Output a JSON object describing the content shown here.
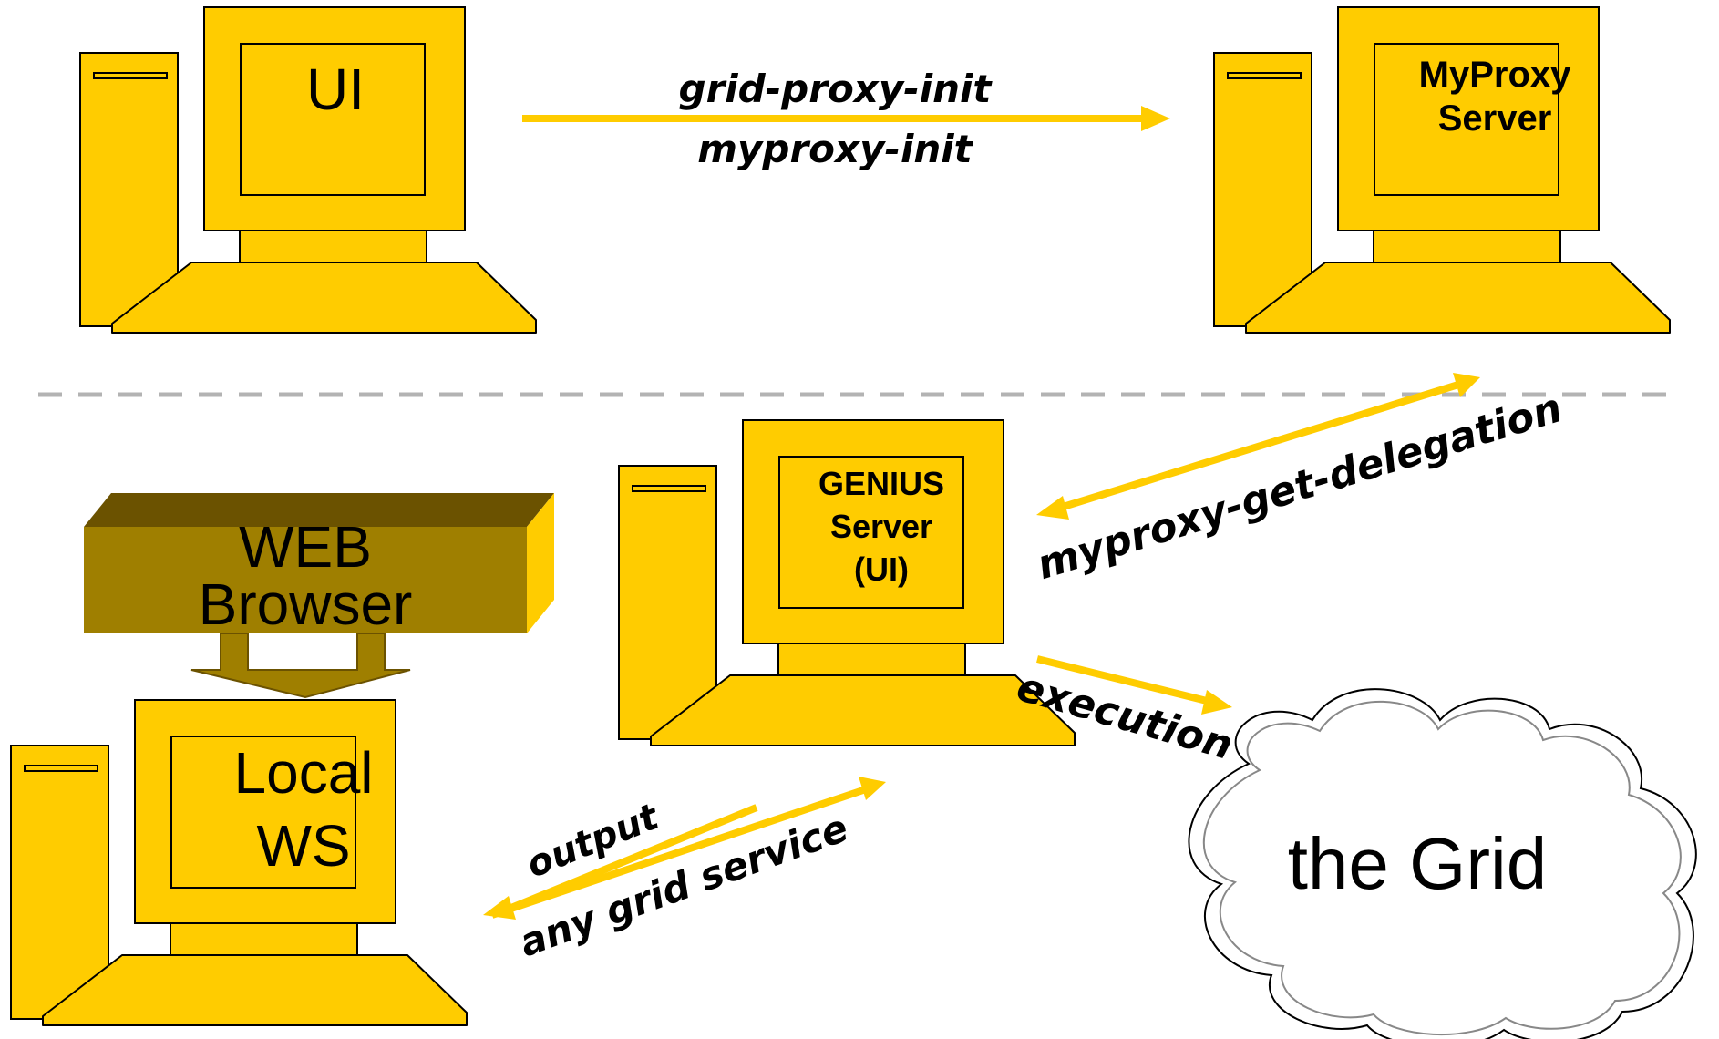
{
  "colors": {
    "computer_fill": "#ffcc00",
    "outline": "#000000",
    "arrow": "#ffcc00",
    "browser_front": "#9f7f00",
    "browser_top": "#6b5200",
    "browser_side": "#ffcc00",
    "divider": "#b3b3b3",
    "cloud_fill": "#ffffff"
  },
  "computers": {
    "ui": {
      "label": "UI",
      "icon": "computer-icon"
    },
    "myproxy": {
      "label_line1": "MyProxy",
      "label_line2": "Server",
      "icon": "computer-icon"
    },
    "genius": {
      "label_line1": "GENIUS",
      "label_line2": "Server",
      "label_line3": "(UI)",
      "icon": "computer-icon"
    },
    "local_ws": {
      "label_line1": "Local",
      "label_line2": "WS",
      "icon": "computer-icon"
    }
  },
  "browser": {
    "label_line1": "WEB",
    "label_line2": "Browser",
    "icon": "browser-box-icon"
  },
  "cloud": {
    "label": "the Grid",
    "icon": "cloud-icon"
  },
  "arrows": {
    "top_line1": "grid-proxy-init",
    "top_line2": "myproxy-init",
    "delegation": "myproxy-get-delegation",
    "execution": "execution",
    "output": "output",
    "service": "any grid service"
  }
}
